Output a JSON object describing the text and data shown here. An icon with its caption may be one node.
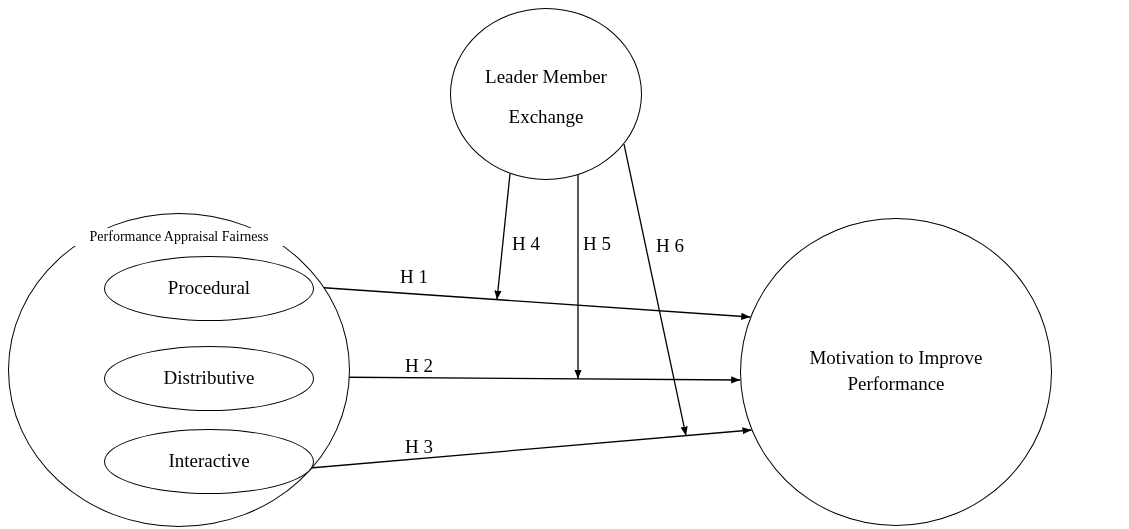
{
  "diagram": {
    "nodes": [
      {
        "text": [
          "Leader Member Exchange"
        ]
      },
      {
        "text": [
          "Performance Appraisal Fairness"
        ]
      },
      {
        "text": [
          "Procedural"
        ],
        "in": 1
      },
      {
        "text": [
          "Distributive"
        ],
        "in": 1
      },
      {
        "text": [
          "Interactive"
        ],
        "in": 1
      },
      {
        "text": [
          "Motivation to Improve Performance"
        ]
      }
    ],
    "edges": [
      {
        "from": 2,
        "to": 5,
        "arrow": "to",
        "label": "H 1"
      },
      {
        "from": 3,
        "to": 5,
        "arrow": "to",
        "label": "H 2"
      },
      {
        "from": 4,
        "to": 5,
        "arrow": "to",
        "label": "H 3"
      },
      {
        "from": 0,
        "to": null,
        "arrow": "to",
        "label": "H 4"
      },
      {
        "from": 0,
        "to": null,
        "arrow": "to",
        "label": "H 5"
      },
      {
        "from": 0,
        "to": null,
        "arrow": "to",
        "label": "H 6"
      }
    ]
  }
}
